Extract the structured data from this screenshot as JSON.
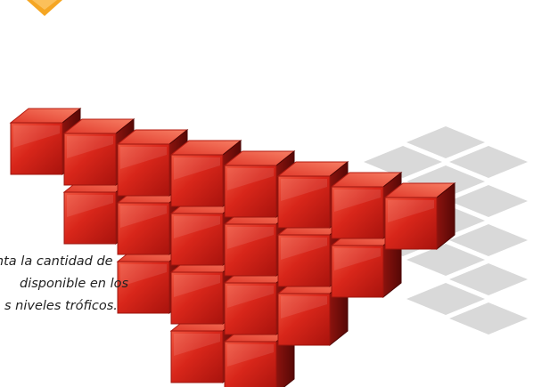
{
  "caption": {
    "lines": [
      "enta la cantidad de",
      "disponible en los",
      "s niveles tróficos."
    ]
  },
  "colors": {
    "cube_front": "#d8261a",
    "cube_top": "#e84a3a",
    "cube_side": "#7a0f0b",
    "shadow_tile": "#d9d9d9",
    "badge": "#f5a623"
  },
  "icons": [
    "corner-badge-icon"
  ]
}
